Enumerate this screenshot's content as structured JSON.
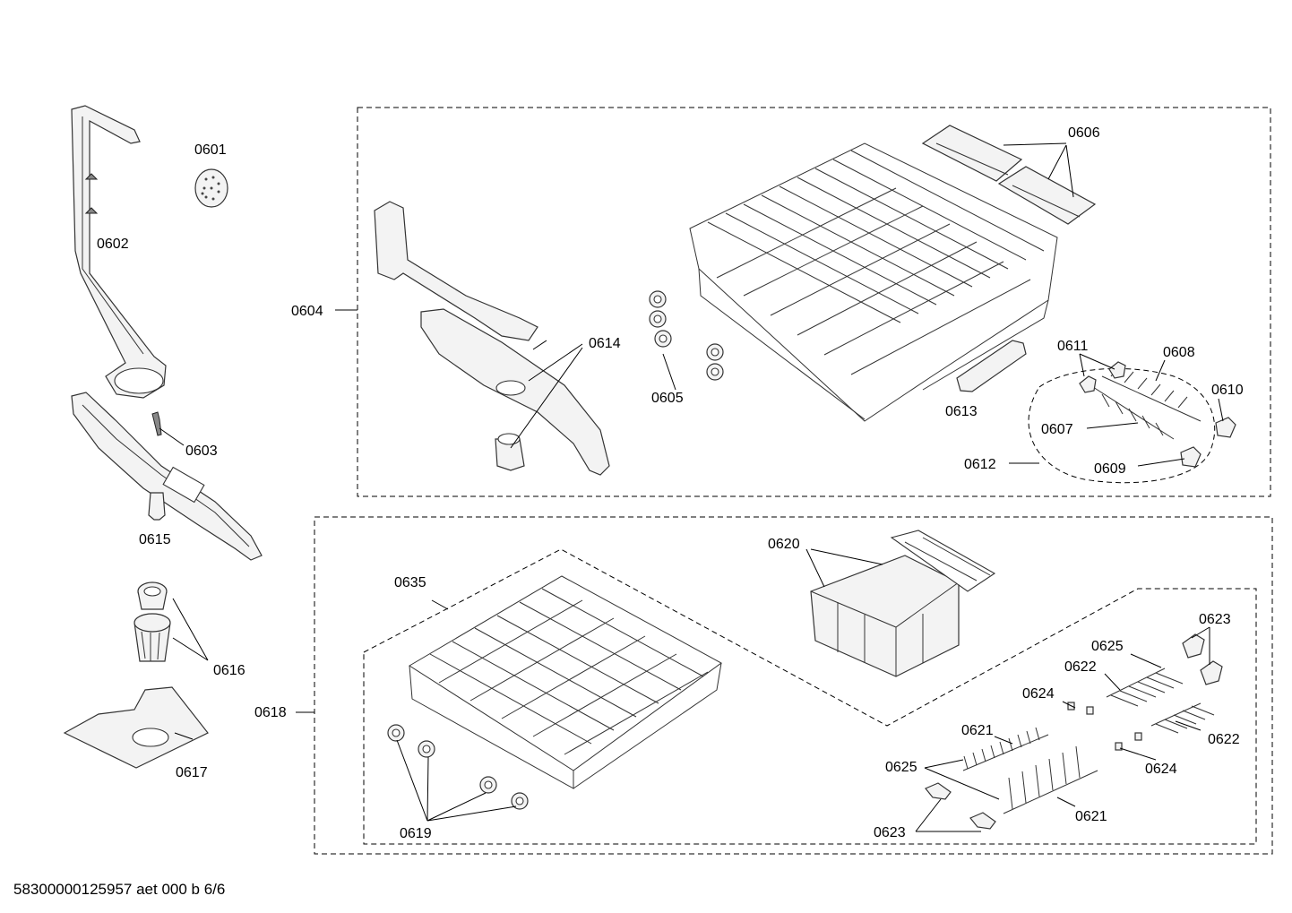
{
  "labels": {
    "l0601": "0601",
    "l0602": "0602",
    "l0603": "0603",
    "l0604": "0604",
    "l0605": "0605",
    "l0606": "0606",
    "l0607": "0607",
    "l0608": "0608",
    "l0609": "0609",
    "l0610": "0610",
    "l0611": "0611",
    "l0612": "0612",
    "l0613": "0613",
    "l0614": "0614",
    "l0615": "0615",
    "l0616": "0616",
    "l0617": "0617",
    "l0618": "0618",
    "l0619": "0619",
    "l0620": "0620",
    "l0621a": "0621",
    "l0621b": "0621",
    "l0622a": "0622",
    "l0622b": "0622",
    "l0623a": "0623",
    "l0623b": "0623",
    "l0624a": "0624",
    "l0624b": "0624",
    "l0625a": "0625",
    "l0625b": "0625",
    "l0635": "0635"
  },
  "footer": "58300000125957 aet 000 b 6/6"
}
